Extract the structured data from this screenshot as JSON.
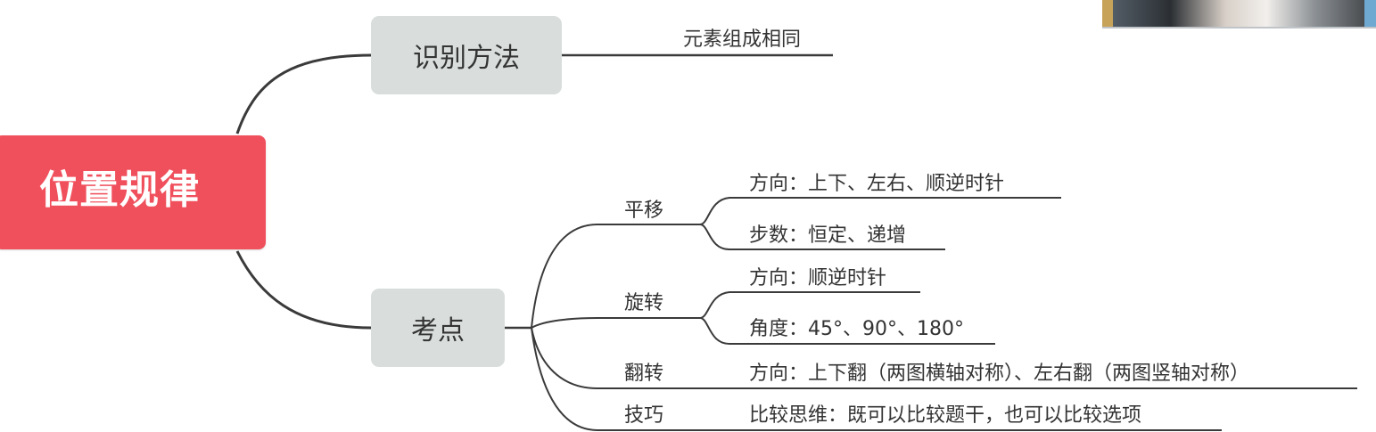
{
  "root": {
    "label": "位置规律",
    "color": "#f0505c"
  },
  "branches": [
    {
      "label": "识别方法",
      "leaves": [
        {
          "label": "元素组成相同"
        }
      ]
    },
    {
      "label": "考点",
      "children": [
        {
          "label": "平移",
          "leaves": [
            {
              "label": "方向：上下、左右、顺逆时针"
            },
            {
              "label": "步数：恒定、递增"
            }
          ]
        },
        {
          "label": "旋转",
          "leaves": [
            {
              "label": "方向：顺逆时针"
            },
            {
              "label": "角度：45°、90°、180°"
            }
          ]
        },
        {
          "label": "翻转",
          "leaves": [
            {
              "label": "方向：上下翻（两图横轴对称）、左右翻（两图竖轴对称）"
            }
          ]
        },
        {
          "label": "技巧",
          "leaves": [
            {
              "label": "比较思维：既可以比较题干，也可以比较选项"
            }
          ]
        }
      ]
    }
  ],
  "colors": {
    "line": "#3a3a3a",
    "annotation": "#e8303a",
    "node_fill": "#d9dedd"
  }
}
